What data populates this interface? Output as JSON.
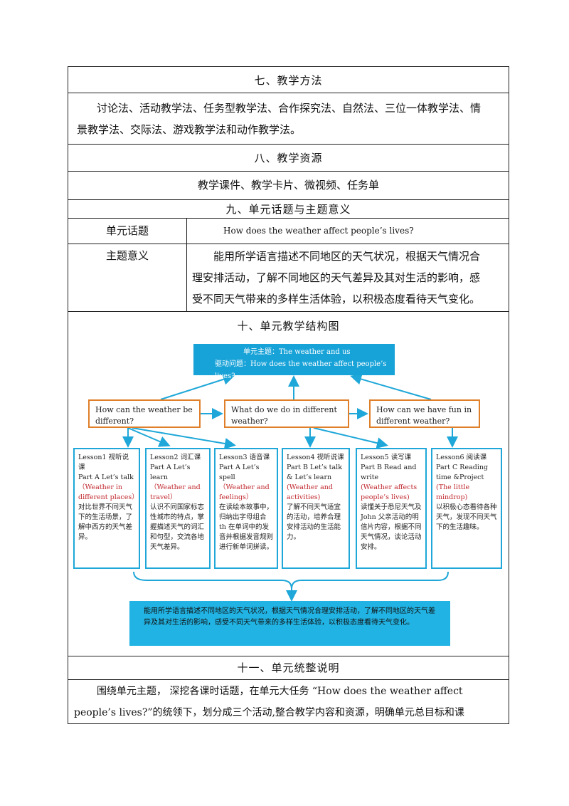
{
  "sec7": {
    "heading": "七、教学方法",
    "line1": "讨论法、活动教学法、任务型教学法、合作探究法、自然法、三位一体教学法、情",
    "line2": "景教学法、交际法、游戏教学法和动作教学法。"
  },
  "sec8": {
    "heading": "八、教学资源",
    "content": "教学课件、教学卡片、微视频、任务单"
  },
  "sec9": {
    "heading": "九、单元话题与主题意义",
    "topic_label": "单元话题",
    "topic_value": "How does the weather affect people’s lives?",
    "meaning_label": "主题意义",
    "meaning_line1": "能用所学语言描述不同地区的天气状况，根据天气情况合",
    "meaning_line2": "理安排活动，了解不同地区的天气差异及其对生活的影响，感",
    "meaning_line3": "受不同天气带来的多样生活体验，以积极态度看待天气变化。"
  },
  "sec10": {
    "heading": "十、单元教学结构图"
  },
  "diagram": {
    "top_line1": "单元主题：The weather and us",
    "top_line2": "驱动问题：How does the weather affect people’s lives?",
    "q1": "How can the weather be different?",
    "q2": "What do we do in different weather?",
    "q3": "How can we have fun in different weather?",
    "lessons": [
      {
        "title": "Lesson1 视听说课",
        "part": "Part A Let’s talk",
        "theme": "（Weather in different places）",
        "desc": "对比世界不同天气下的生活场景，了解中西方的天气差异。"
      },
      {
        "title": "Lesson2 词汇课",
        "part": "Part A Let’s learn",
        "theme": "（Weather and travel）",
        "desc": "认识不同国家标志性城市的特点，掌握描述天气的词汇和句型，交流各地天气差异。"
      },
      {
        "title": "Lesson3 语音课",
        "part": "Part A Let’s spell",
        "theme": "（Weather and feelings）",
        "desc": "在读绘本故事中，归纳出字母组合 th 在单词中的发音并根据发音规则进行新单词拼读。"
      },
      {
        "title": "Lesson4 视听说课",
        "part": "Part B Let’s talk & Let’s learn",
        "theme": "(Weather and activities)",
        "desc": "了解不同天气适宜的活动，培养合理安排活动的生活能力。"
      },
      {
        "title": "Lesson5 读写课",
        "part": "Part B Read and write",
        "theme": "(Weather affects people’s lives)",
        "desc": "读懂关于悉尼天气及 John 父亲活动的明信片内容，根据不同天气情况，谈论活动安排。"
      },
      {
        "title": "Lesson6 阅读课",
        "part": "Part C Reading time &Project",
        "theme": "(The little mindrop)",
        "desc": "以积极心态看待各种天气，发现不同天气下的生活趣味。"
      }
    ],
    "bottom": "能用所学语言描述不同地区的天气状况，根据天气情况合理安排活动，了解不同地区的天气差异及其对生活的影响，感受不同天气带来的多样生活体验，以积极态度看待天气变化。"
  },
  "sec11": {
    "heading": "十一、单元统整说明",
    "line1": "围绕单元主题，   深挖各课时话题，在单元大任务 “How does the weather affect",
    "line2": "people’s lives?”的统领下，划分成三个活动,整合教学内容和资源，明确单元总目标和课"
  },
  "colors": {
    "border": "#222222",
    "accent_blue": "#17a2d8",
    "accent_orange": "#e07f2a",
    "theme_red": "#c0272d"
  }
}
